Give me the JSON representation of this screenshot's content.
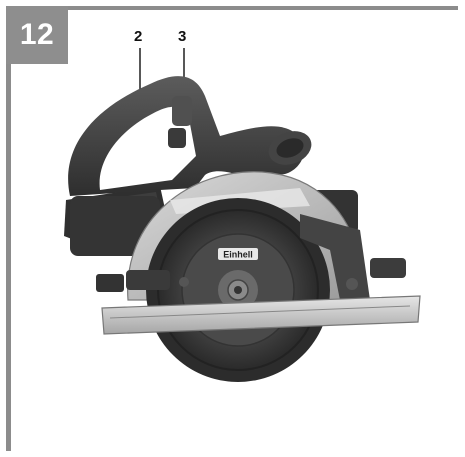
{
  "figure": {
    "number": "12",
    "callouts": [
      {
        "label": "2"
      },
      {
        "label": "3"
      }
    ],
    "brand_on_blade": "Einhell"
  },
  "colors": {
    "frame": "#8c8c8c",
    "number_box": "#8e8e8e"
  }
}
